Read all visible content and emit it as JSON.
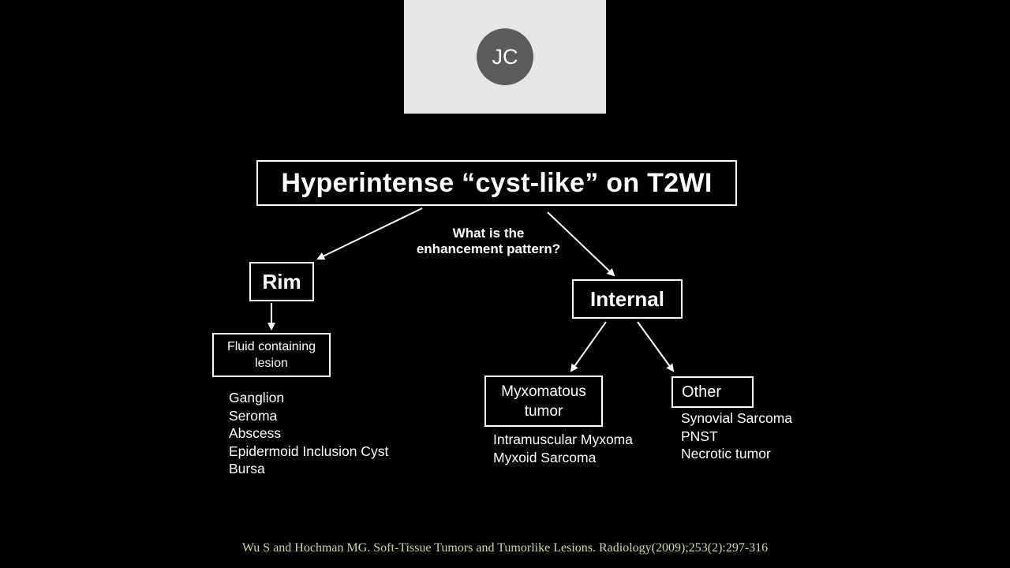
{
  "participant": {
    "initials": "JC"
  },
  "diagram": {
    "title": "Hyperintense “cyst-like” on T2WI",
    "question_line1": "What is the",
    "question_line2": "enhancement pattern?",
    "rim": {
      "label": "Rim",
      "result_line1": "Fluid containing",
      "result_line2": "lesion",
      "items": [
        "Ganglion",
        "Seroma",
        "Abscess",
        "Epidermoid Inclusion Cyst",
        "Bursa"
      ]
    },
    "internal": {
      "label": "Internal",
      "myxomatous": {
        "label_line1": "Myxomatous",
        "label_line2": "tumor",
        "items": [
          "Intramuscular Myxoma",
          "Myxoid Sarcoma"
        ]
      },
      "other": {
        "label": "Other",
        "items": [
          "Synovial Sarcoma",
          "PNST",
          "Necrotic tumor"
        ]
      }
    }
  },
  "citation": "Wu S and Hochman MG.  Soft-Tissue Tumors and Tumorlike Lesions. Radiology(2009);253(2):297-316"
}
